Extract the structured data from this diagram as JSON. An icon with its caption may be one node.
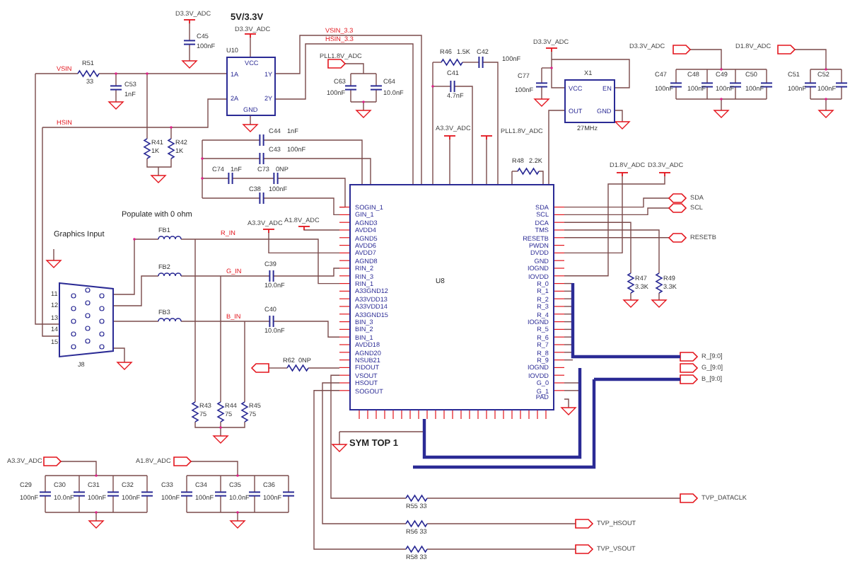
{
  "diagram": {
    "nodes": [
      {
        "text": [
          "VCC",
          "1A",
          "2A",
          "1Y",
          "2Y",
          "GND"
        ],
        "beside": [
          "U10"
        ]
      },
      {
        "text": [
          "VCC",
          "EN",
          "OUT",
          "GND"
        ],
        "beside": [
          "X1",
          "27MHz"
        ]
      },
      {
        "text": [
          "U8",
          "SOGIN_1",
          "GIN_1",
          "AGND3",
          "AVDD4",
          "AGND5",
          "AVDD6",
          "AVDD7",
          "AGND8",
          "RIN_2",
          "RIN_3",
          "RIN_1",
          "A33GND12",
          "A33VDD13",
          "A33VDD14",
          "A33GND15",
          "BIN_3",
          "BIN_2",
          "BIN_1",
          "AVDD18",
          "AGND20",
          "NSUB21",
          "FIDOUT",
          "VSOUT",
          "HSOUT",
          "SOGOUT",
          "SDA",
          "SCL",
          "DCA",
          "TMS",
          "RESETB",
          "PWDN",
          "DVDD",
          "GND",
          "IOGND",
          "IOVDD",
          "R_0",
          "R_1",
          "R_2",
          "R_3",
          "R_4",
          "IOGND",
          "R_5",
          "R_6",
          "R_7",
          "R_8",
          "R_9",
          "IOGND",
          "IOVDD",
          "G_0",
          "G_1",
          "PAD"
        ]
      }
    ],
    "edges": [
      {
        "from": 0,
        "to": 2,
        "arrow": "none",
        "label": "VSIN_3.3"
      },
      {
        "from": 0,
        "to": 2,
        "arrow": "none",
        "label": "HSIN_3.3"
      },
      {
        "from": 1,
        "to": 2,
        "arrow": "none"
      }
    ],
    "labels": [
      "D3.3V_ADC",
      "5V/3.3V",
      "C45",
      "100nF",
      "D3.3V_ADC",
      "VSIN",
      "R51",
      "33",
      "C53",
      "1nF",
      "HSIN",
      "R41",
      "1K",
      "R42",
      "1K",
      "PLL1.8V_ADC",
      "C63",
      "100nF",
      "C64",
      "10.0nF",
      "C44",
      "1nF",
      "C43",
      "100nF",
      "C74",
      "1nF",
      "C73",
      "0NP",
      "C38",
      "100nF",
      "R46",
      "1.5K",
      "C42",
      "100nF",
      "C41",
      "4.7nF",
      "A3.3V_ADC",
      "PLL1.8V_ADC",
      "D3.3V_ADC",
      "C77",
      "100nF",
      "D3.3V_ADC",
      "C47",
      "100nF",
      "C48",
      "100nF",
      "C49",
      "100nF",
      "C50",
      "100nF",
      "D1.8V_ADC",
      "C51",
      "100nF",
      "C52",
      "100nF",
      "R48",
      "2.2K",
      "D1.8V_ADC",
      "D3.3V_ADC",
      "SDA",
      "SCL",
      "RESETB",
      "R47",
      "3.3K",
      "R49",
      "3.3K",
      "R_[9:0]",
      "G_[9:0]",
      "B_[9:0]",
      "Populate with 0 ohm",
      "Graphics Input",
      "FB1",
      "FB2",
      "FB3",
      "R_IN",
      "G_IN",
      "B_IN",
      "A3.3V_ADC",
      "A1.8V_ADC",
      "C39",
      "10.0nF",
      "C40",
      "10.0nF",
      "J8",
      "11",
      "12",
      "13",
      "14",
      "15",
      "R62",
      "0NP",
      "R43",
      "75",
      "R44",
      "75",
      "R45",
      "75",
      "SYM TOP 1",
      "A3.3V_ADC",
      "C29",
      "100nF",
      "C30",
      "10.0nF",
      "C31",
      "100nF",
      "C32",
      "100nF",
      "A1.8V_ADC",
      "C33",
      "100nF",
      "C34",
      "100nF",
      "C35",
      "10.0nF",
      "C36",
      "100nF",
      "R55 33",
      "R56 33",
      "R58 33",
      "TVP_DATACLK",
      "TVP_HSOUT",
      "TVP_VSOUT"
    ]
  }
}
